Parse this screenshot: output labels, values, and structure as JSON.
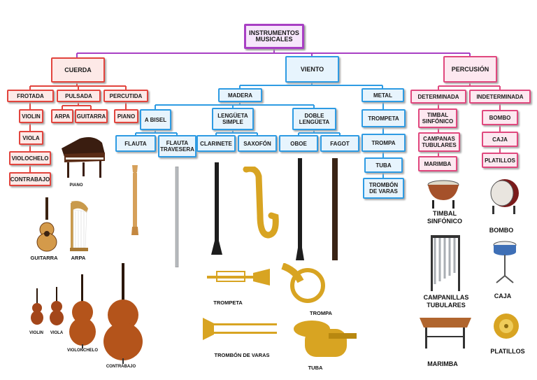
{
  "colors": {
    "root": "#a83fc4",
    "cuerda": "#e2443d",
    "viento": "#2e9be3",
    "percusion": "#e0487e",
    "wood": "#b5652a",
    "brass": "#d9a520",
    "black": "#1d1d1d",
    "silver": "#a9aeb3"
  },
  "tree": {
    "root": "INSTRUMENTOS MUSICALES",
    "cuerda": {
      "label": "CUERDA",
      "frotada": {
        "label": "FROTADA",
        "items": [
          "VIOLIN",
          "VIOLA",
          "VIOLOCHELO",
          "CONTRABAJO"
        ]
      },
      "pulsada": {
        "label": "PULSADA",
        "items": [
          "ARPA",
          "GUITARRA"
        ]
      },
      "percutida": {
        "label": "PERCUTIDA",
        "items": [
          "PIANO"
        ]
      }
    },
    "viento": {
      "label": "VIENTO",
      "madera": {
        "label": "MADERA",
        "bisel": {
          "label": "A BISEL",
          "items": [
            "FLAUTA",
            "FLAUTA TRAVESERA"
          ]
        },
        "simple": {
          "label": "LENGÜETA SIMPLE",
          "items": [
            "CLARINETE",
            "SAXOFÓN"
          ]
        },
        "doble": {
          "label": "DOBLE LENGÜETA",
          "items": [
            "OBOE",
            "FAGOT"
          ]
        }
      },
      "metal": {
        "label": "METAL",
        "items": [
          "TROMPETA",
          "TROMPA",
          "TUBA",
          "TROMBÓN DE VARAS"
        ]
      }
    },
    "percusion": {
      "label": "PERCUSIÓN",
      "determinada": {
        "label": "DETERMINADA",
        "items": [
          "TIMBAL SINFÓNICO",
          "CAMPANAS TUBULARES",
          "MARIMBA"
        ]
      },
      "indeterminada": {
        "label": "INDETERMINADA",
        "items": [
          "BOMBO",
          "CAJA",
          "PLATILLOS"
        ]
      }
    }
  },
  "captions": {
    "piano": "PIANO",
    "guitarra": "GUITARRA",
    "arpa": "ARPA",
    "violin": "VIOLIN",
    "viola": "VIOLA",
    "violonchelo": "VIOLONCHELO",
    "contrabajo": "CONTRABAJO",
    "trompeta": "TROMPETA",
    "trompa": "TROMPA",
    "trombon": "TROMBÓN DE VARAS",
    "tuba": "TUBA",
    "timbal": "TIMBAL SINFÓNICO",
    "campanillas": "CAMPANILLAS TUBULARES",
    "marimba": "MARIMBA",
    "bombo": "BOMBO",
    "caja": "CAJA",
    "platillos": "PLATILLOS"
  }
}
